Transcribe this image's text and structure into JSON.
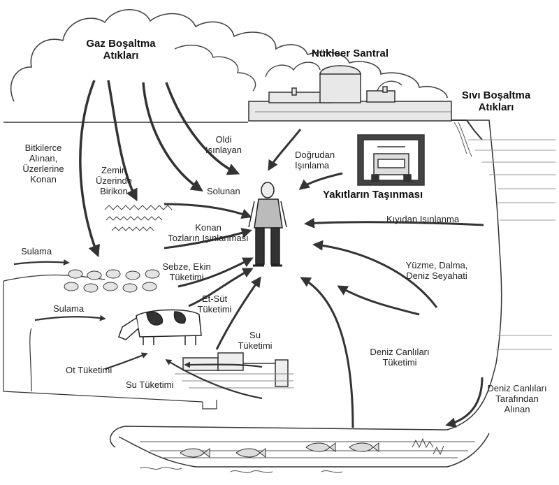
{
  "diagram": {
    "sources": {
      "gas_emissions": "Gaz Boşaltma\nAtıkları",
      "nuclear_plant": "Nükleer Santral",
      "liquid_emissions": "Sıvı Boşaltma\nAtıkları",
      "fuel_transport": "Yakıtların Taşınması"
    },
    "pathways": {
      "plant_uptake": "Bitkilerce\nAlınan,\nÜzerlerine\nKonan",
      "ground_deposit": "Zemin\nÜzerinde\nBirikon",
      "cloud_shine": "Oldi\nIşınlayan",
      "direct_radiation": "Doğrudan\nIşınlama",
      "inhalation": "Solunan",
      "shore_radiation": "Kıyıdan Işınlanma",
      "dust_radiation": "Konan\nTozların Işınlanması",
      "irrigation_1": "Sulama",
      "irrigation_2": "Sulama",
      "vegetables": "Sebze, Ekin\nTüketimi",
      "meat_milk": "Et-Süt\nTüketimi",
      "water_1": "Su\nTüketimi",
      "water_2": "Su Tüketimi",
      "grass": "Ot Tüketimi",
      "swimming": "Yüzme, Dalma,\nDeniz Seyahati",
      "seafood": "Deniz Canlıları\nTüketimi",
      "marine_uptake": "Deniz Canlıları\nTarafından\nAlınan"
    }
  }
}
